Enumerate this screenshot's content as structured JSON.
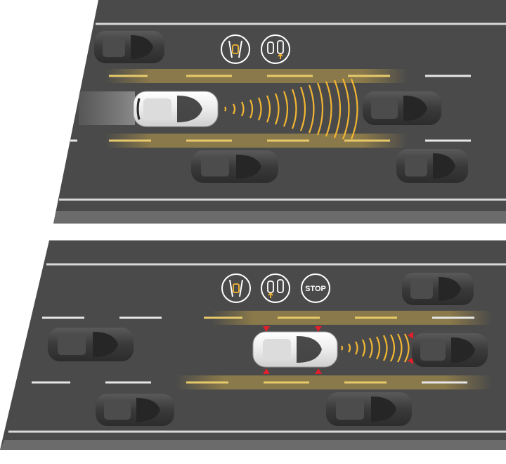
{
  "panels": [
    {
      "id": "top",
      "mode": "cruise-following",
      "icons": [
        "lane-keeping-icon",
        "pedal-accelerate-icon"
      ],
      "sensor_color": "#f2b632"
    },
    {
      "id": "bottom",
      "mode": "stop",
      "icons": [
        "lane-keeping-icon",
        "pedal-accelerate-icon",
        "stop-icon"
      ],
      "stop_label": "STOP",
      "sensor_color": "#f2b632",
      "warning_color": "#e0202a"
    }
  ],
  "colors": {
    "road": "#4b4b4b",
    "road_edge": "#6a6a6a",
    "lane_marking": "#e6e6e6",
    "ego_car": "#f4f4f4",
    "other_car": "#3e3e3e",
    "lane_highlight": "#d8b24a"
  }
}
